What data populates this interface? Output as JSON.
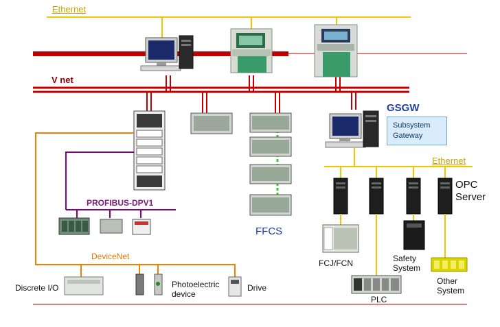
{
  "labels": {
    "ethernet_top": "Ethernet",
    "vnet": "V net",
    "gsgw": "GSGW",
    "gateway_line1": "Subsystem",
    "gateway_line2": "Gateway",
    "ethernet_sub": "Ethernet",
    "opc_line1": "OPC",
    "opc_line2": "Server",
    "profibus": "PROFIBUS-DPV1",
    "ffcs": "FFCS",
    "devicenet": "DeviceNet",
    "fcj_fcn": "FCJ/FCN",
    "safety_line1": "Safety",
    "safety_line2": "System",
    "other_line1": "Other",
    "other_line2": "System",
    "plc": "PLC",
    "discrete_io": "Discrete I/O",
    "photo_line1": "Photoelectric",
    "photo_line2": "device",
    "drive": "Drive"
  },
  "colors": {
    "ethernet": "#f5c400",
    "vnet": "#c00000",
    "profibus": "#800080",
    "devicenet": "#f08000",
    "ffcs_link": "#33cc33",
    "gateway_fill": "#d8ecfb",
    "gsgw_text": "#1f3fa0"
  },
  "icons": [
    "desktop-pc-icon",
    "console-station-icon",
    "field-control-cabinet-icon",
    "io-rack-icon",
    "tower-server-icon",
    "fcj-controller-icon",
    "safety-controller-icon",
    "plc-rack-icon",
    "io-module-icon",
    "drive-icon",
    "photoelectric-sensor-icon"
  ]
}
